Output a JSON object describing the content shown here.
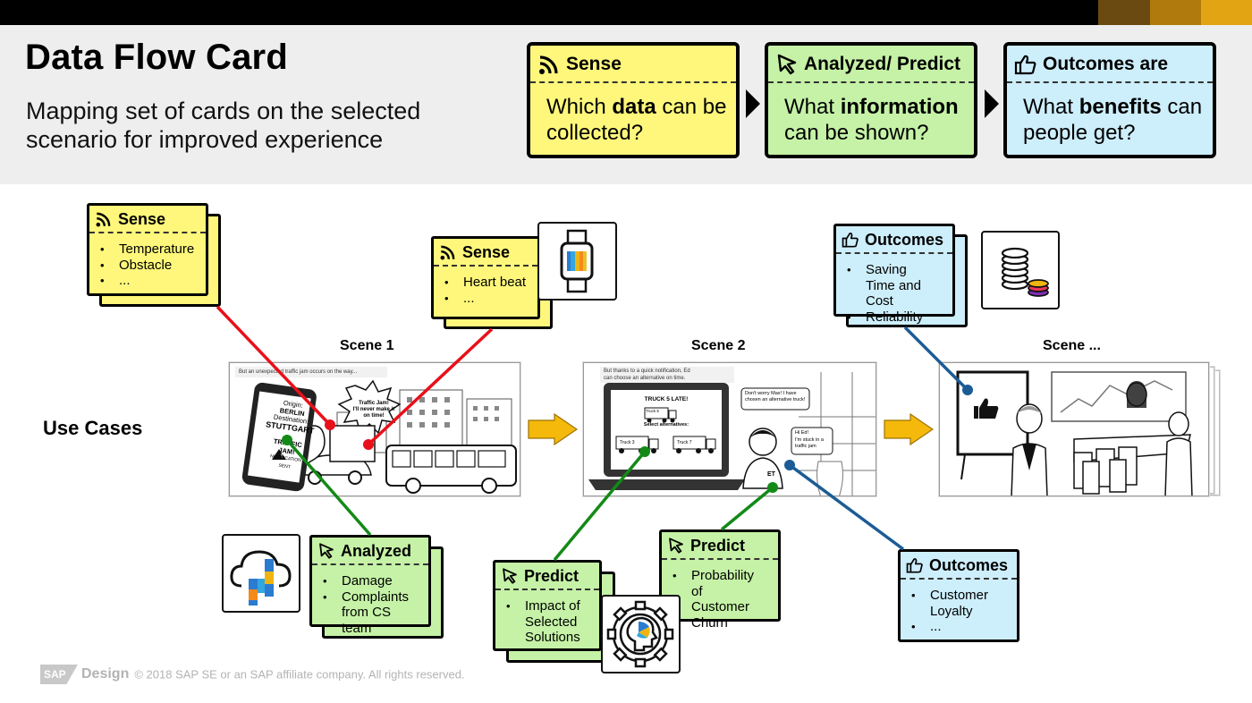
{
  "colors": {
    "sense": "#fef77b",
    "analyzed": "#c5f2a6",
    "outcomes": "#cdeefb",
    "red_line": "#e8101a",
    "green_line": "#138a17",
    "blue_line": "#1b5c96",
    "flow_arrow": "#f5b90b",
    "header_bg": "#eeeeee"
  },
  "header": {
    "title": "Data Flow Card",
    "subtitle": "Mapping set of cards on the selected scenario for improved experience",
    "cards": [
      {
        "icon": "rss-icon",
        "title": "Sense",
        "body_pre": "Which ",
        "body_bold": "data",
        "body_post": " can be collected?"
      },
      {
        "icon": "cursor-icon",
        "title": "Analyzed/ Predict",
        "body_pre": "What ",
        "body_bold": "information",
        "body_post": " can be shown?"
      },
      {
        "icon": "thumbs-up-icon",
        "title": "Outcomes are",
        "body_pre": "What ",
        "body_bold": "benefits",
        "body_post": " can people get?"
      }
    ]
  },
  "use_cases_label": "Use Cases",
  "scenes": [
    "Scene 1",
    "Scene 2",
    "Scene ..."
  ],
  "scene_captions": {
    "s1": "But an unexpected traffic jam occurs on the way...",
    "s2_line1": "But thanks to a quick notification, Ed",
    "s2_line2": "can choose an alternative on time.",
    "s1_phone": [
      "Origin:",
      "BERLIN",
      "Destination:",
      "STUTTGART",
      "TRAFFIC",
      "JAM!",
      "NOTIFICATION",
      "SENT"
    ],
    "s1_bubble": [
      "Traffic Jam!",
      "I'll never make it",
      "on time!"
    ],
    "s2_screen_title": "TRUCK 5 LATE!",
    "s2_select": "Select alternatives:",
    "s2_trucks": [
      "Truck 5",
      "Truck 3",
      "Truck 7"
    ],
    "s2_bubble1": [
      "Don't worry Max! I have",
      "chosen an alternative truck!"
    ],
    "s2_bubble2": [
      "Hi Ed!",
      "I'm stuck in a",
      "traffic jam"
    ],
    "s2_badge": "ET"
  },
  "cards": {
    "sense1": {
      "title": "Sense",
      "items": [
        "Temperature",
        "Obstacle",
        "..."
      ]
    },
    "sense2": {
      "title": "Sense",
      "items": [
        "Heart beat",
        "..."
      ]
    },
    "outcomes1": {
      "title": "Outcomes",
      "items": [
        "Saving Time and Cost",
        "Reliability"
      ]
    },
    "analyzed": {
      "title": "Analyzed",
      "items": [
        "Damage",
        "Complaints from CS team"
      ]
    },
    "predict1": {
      "title": "Predict",
      "items": [
        "Impact of Selected Solutions"
      ]
    },
    "predict2": {
      "title": "Predict",
      "items": [
        "Probability of Customer Churn"
      ]
    },
    "outcomes2": {
      "title": "Outcomes",
      "items": [
        "Customer Loyalty",
        "..."
      ]
    }
  },
  "icons": {
    "watch": "smartwatch-icon",
    "coins": "coins-stack-icon",
    "cloud": "cloud-chart-icon",
    "gear": "gear-head-icon"
  },
  "footer": {
    "logo": "SAP",
    "brand": "Design",
    "copyright": "© 2018 SAP SE or an SAP affiliate company. All rights reserved."
  }
}
